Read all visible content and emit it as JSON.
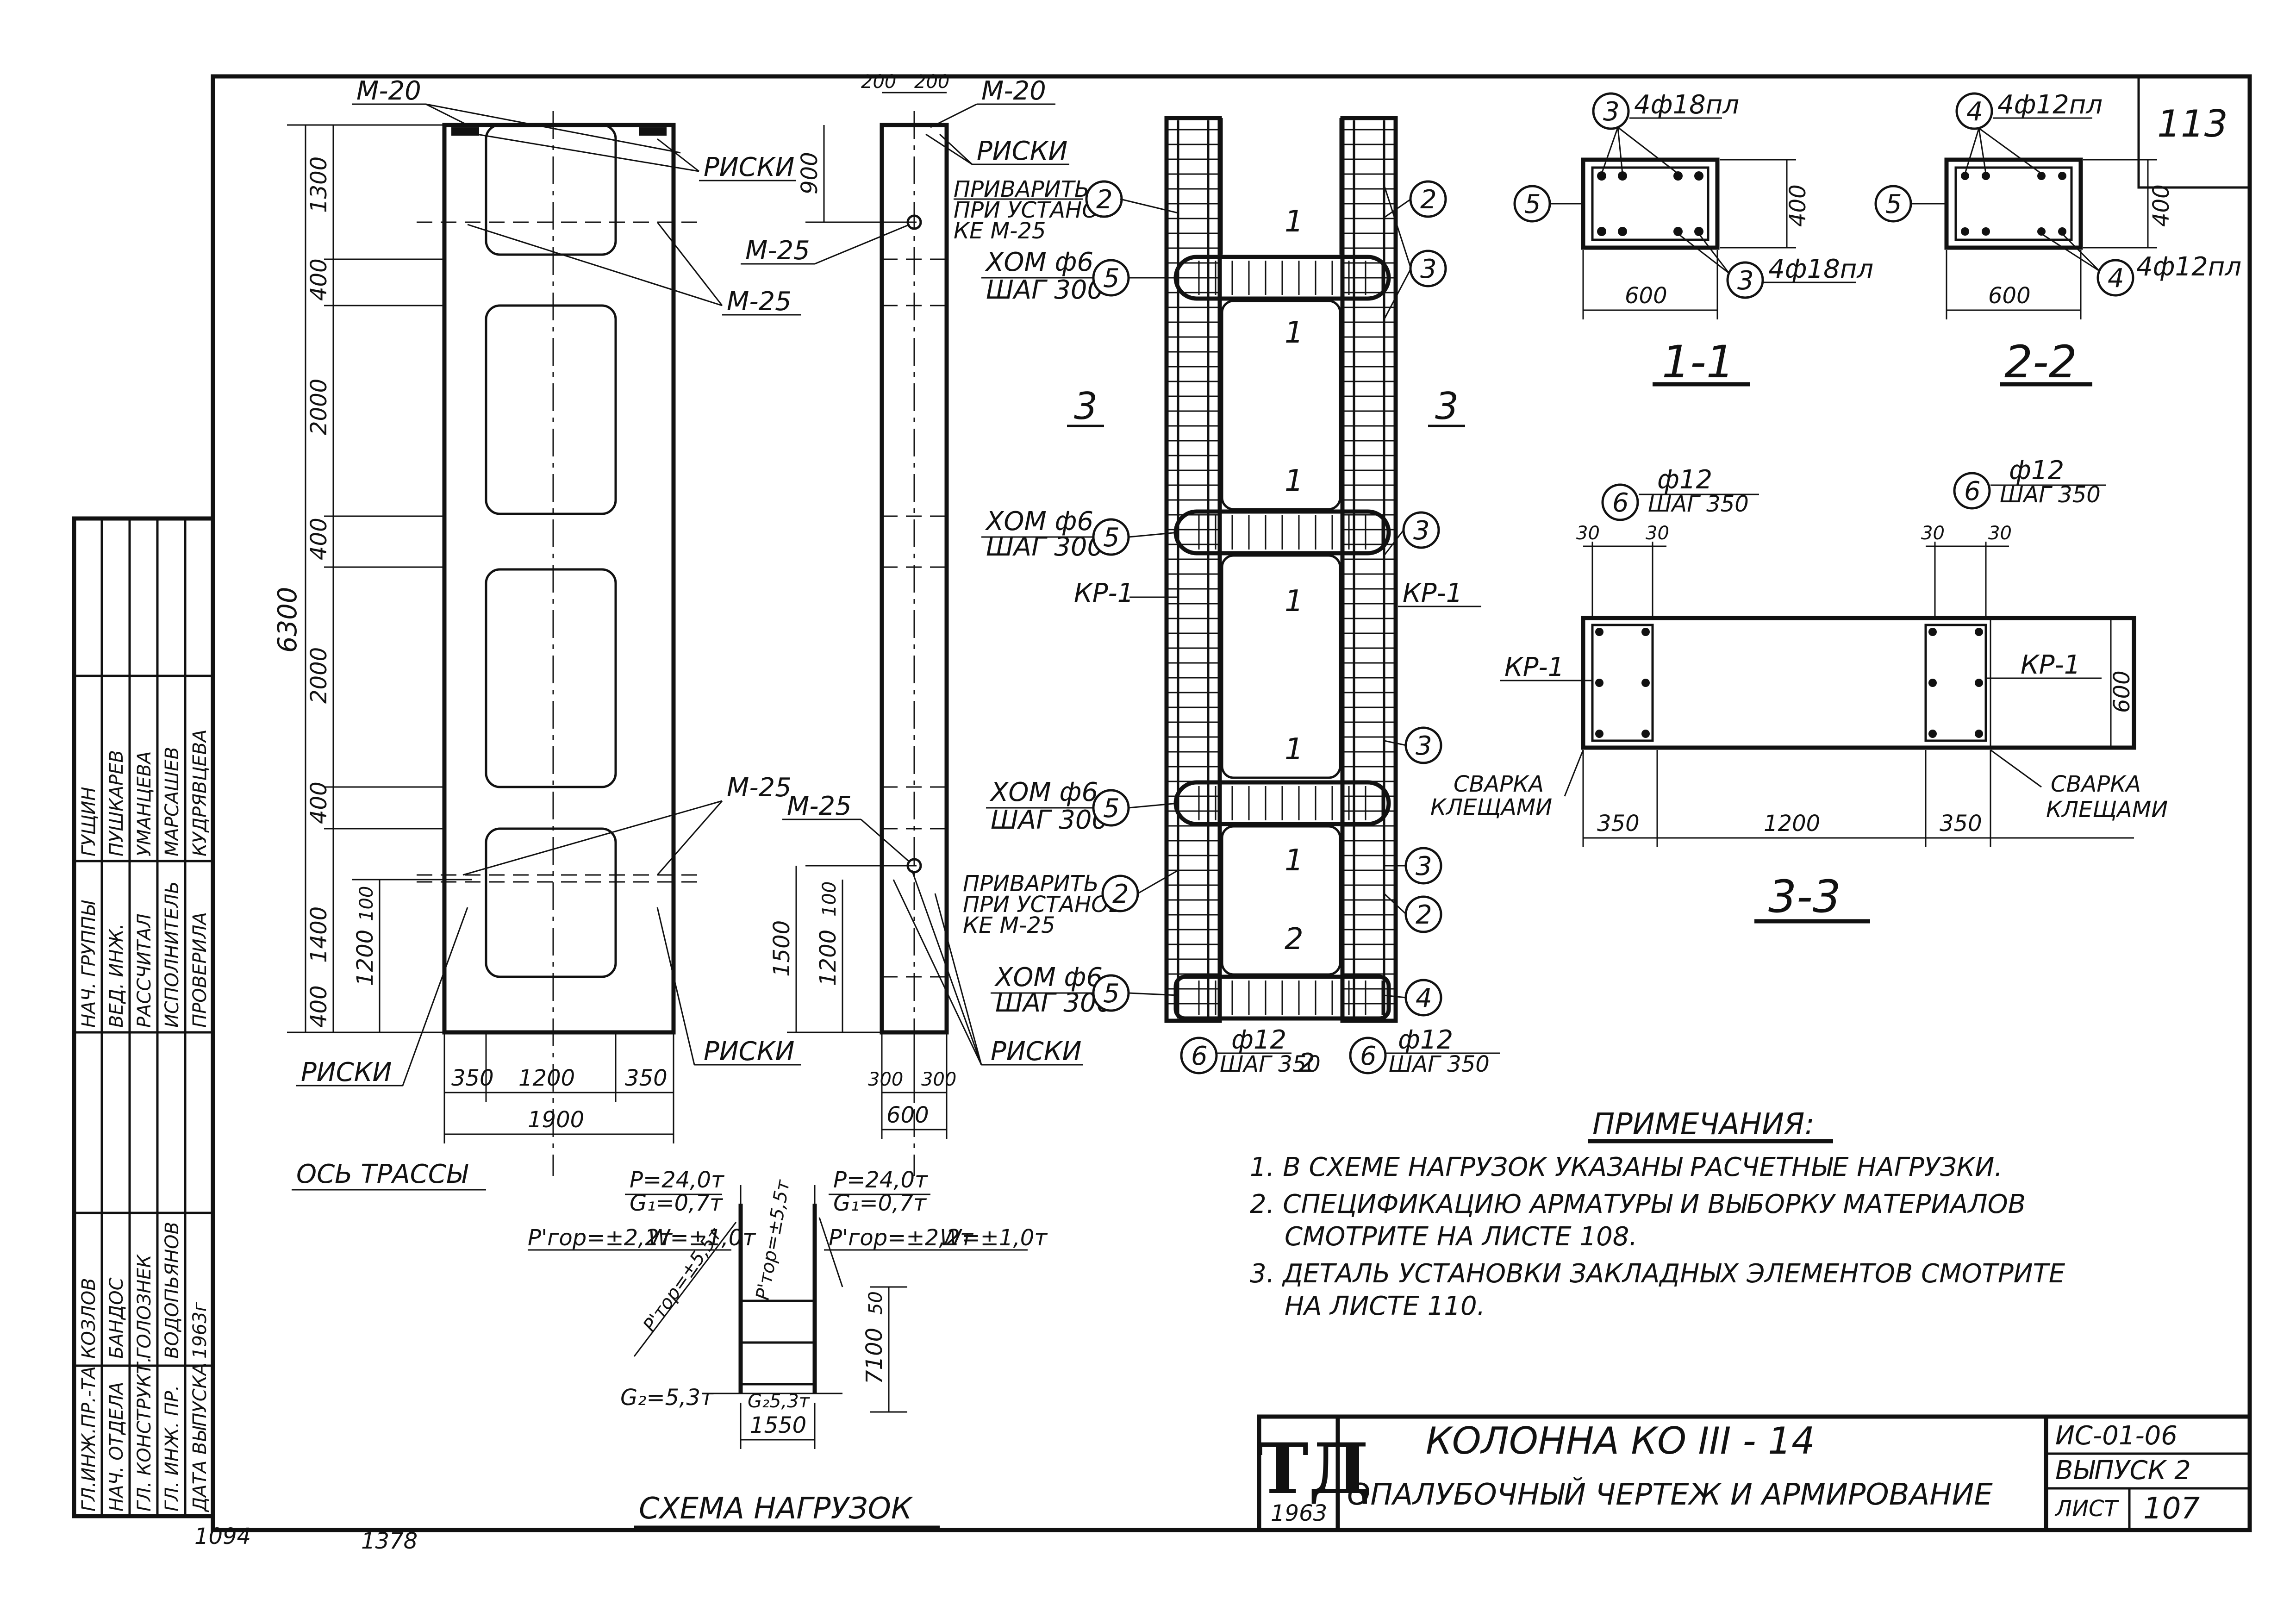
{
  "labels": {
    "m20": "М-20",
    "riski": "РИСКИ",
    "m25": "М-25",
    "os_trassy": "ОСЬ ТРАССЫ",
    "privarit": "ПРИВАРИТЬ",
    "pri_ustanov": "ПРИ УСТАНОВ",
    "ke_m25": "КЕ М-25",
    "xomut": "ХОМ ф6",
    "shag300": "ШАГ 300",
    "kr1": "КР-1",
    "svarka": "СВАРКА",
    "kleshchami": "КЛЕЩАМИ",
    "phi12": "ф12",
    "shag350": "ШАГ 350",
    "bars_18": "4ф18пл",
    "bars_12": "4ф12пл",
    "sec3": "3",
    "sec1": "1",
    "sec2": "2"
  },
  "dims": {
    "h_total": "6300",
    "h_1300": "1300",
    "h_400": "400",
    "h_2000": "2000",
    "h_1400": "1400",
    "h_1200": "1200",
    "h_100": "100",
    "h_900": "900",
    "h_1500": "1500",
    "w_350": "350",
    "w_1200": "1200",
    "w_1900": "1900",
    "w_200": "200",
    "w_300": "300",
    "w_600": "600",
    "w_30": "30",
    "w_1550": "1550",
    "h_7100": "7100",
    "h_50": "50"
  },
  "sections": {
    "s11": "1-1",
    "s22": "2-2",
    "s33": "3-3",
    "b400": "400",
    "b600": "600"
  },
  "bubbles": {
    "b2": "2",
    "b3": "3",
    "b4": "4",
    "b5": "5",
    "b6": "6"
  },
  "loads": {
    "title": "СХЕМА НАГРУЗОК",
    "p": "Р=24,0т",
    "g1": "G₁=0,7т",
    "phor": "Р'гор=±2,2т",
    "w": "W=±1,0т",
    "ptor": "Р'тор=±5,5т",
    "g2": "G₂=5,3т",
    "g2b": "G₂5,3т"
  },
  "notes": {
    "title": "ПРИМЕЧАНИЯ:",
    "n1": "1. В СХЕМЕ НАГРУЗОК УКАЗАНЫ РАСЧЕТНЫЕ НАГРУЗКИ.",
    "n2a": "2. СПЕЦИФИКАЦИЮ АРМАТУРЫ И ВЫБОРКУ МАТЕРИАЛОВ",
    "n2b": "СМОТРИТЕ НА ЛИСТЕ 108.",
    "n3a": "3. ДЕТАЛЬ УСТАНОВКИ ЗАКЛАДНЫХ ЭЛЕМЕНТОВ СМОТРИТЕ",
    "n3b": "НА ЛИСТЕ 110."
  },
  "title_block": {
    "logo": "ТД",
    "year": "1963",
    "title1": "КОЛОННА КО III - 14",
    "title2": "ОПАЛУБОЧНЫЙ ЧЕРТЕЖ И АРМИРОВАНИЕ",
    "series": "ИС-01-06",
    "issue": "ВЫПУСК 2",
    "sheet_label": "ЛИСТ",
    "sheet_no": "107",
    "page_corner": "113"
  },
  "stamp": {
    "rows": [
      "ГЛ.ИНЖ.ПР.-ТА",
      "НАЧ. ОТДЕЛА",
      "ГЛ. КОНСТРУКТ.",
      "ГЛ. ИНЖ. ПР.",
      "ДАТА ВЫПУСКА",
      "НАЧ. ГРУППЫ",
      "ВЕД. ИНЖ.",
      "РАССЧИТАЛ",
      "ИСПОЛНИТЕЛЬ",
      "ПРОВЕРИЛА"
    ],
    "names": [
      "КОЗЛОВ",
      "БАНДОС",
      "ГОЛОЗНЕК",
      "ВОДОПЬЯНОВ",
      "1963г",
      "ГУЩИН",
      "ПУШКАРЕВ",
      "УМАНЦЕВА",
      "МАРСАШЕВ",
      "КУДРЯВЦЕВА"
    ]
  },
  "margin_notes": {
    "a": "1094",
    "b": "1378"
  }
}
